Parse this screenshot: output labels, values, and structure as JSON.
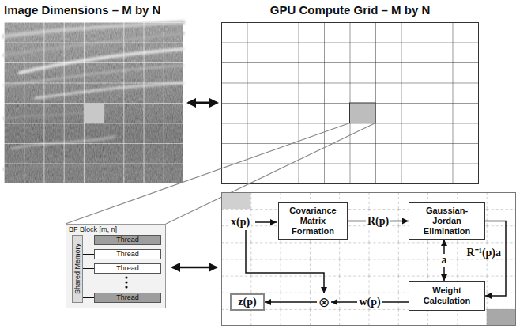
{
  "diagram": {
    "nodes": [
      {
        "text": [
          "Image Dimensions – M by N"
        ]
      },
      {
        "text": [
          "GPU Compute Grid – M by N"
        ]
      },
      {
        "text": [
          "BF Block [m, n]"
        ]
      },
      {
        "text": [
          "Shared Memory"
        ],
        "in": 2
      },
      {
        "text": [
          "Thread"
        ],
        "in": 2
      },
      {
        "text": [
          "Thread"
        ],
        "in": 2
      },
      {
        "text": [
          "Thread"
        ],
        "in": 2
      },
      {
        "text": [
          "Thread"
        ],
        "in": 2
      },
      {
        "text": [
          "Covariance Matrix Formation"
        ]
      },
      {
        "text": [
          "Gaussian-Jordan Elimination"
        ]
      },
      {
        "text": [
          "Weight Calculation"
        ]
      },
      {
        "text": [
          "⊗"
        ]
      },
      {
        "text": [
          "z(p)"
        ]
      }
    ],
    "edges": [
      {
        "from": 0,
        "to": 1,
        "arrow": "both"
      },
      {
        "from": 3,
        "to": 4,
        "arrow": "none"
      },
      {
        "from": 3,
        "to": 5,
        "arrow": "none"
      },
      {
        "from": 3,
        "to": 6,
        "arrow": "none"
      },
      {
        "from": 3,
        "to": 7,
        "arrow": "none"
      },
      {
        "from": 8,
        "to": 9,
        "label": "R(p)",
        "arrow": "to"
      },
      {
        "from": 9,
        "to": 10,
        "label": "R⁻¹(p)a",
        "arrow": "to"
      },
      {
        "from": 9,
        "to": 10,
        "label": "a",
        "arrow": "both"
      },
      {
        "from": 10,
        "to": 11,
        "label": "w(p)",
        "arrow": "to"
      },
      {
        "from": 11,
        "to": 12,
        "arrow": "to"
      }
    ],
    "labels": [
      "x(p)"
    ]
  }
}
